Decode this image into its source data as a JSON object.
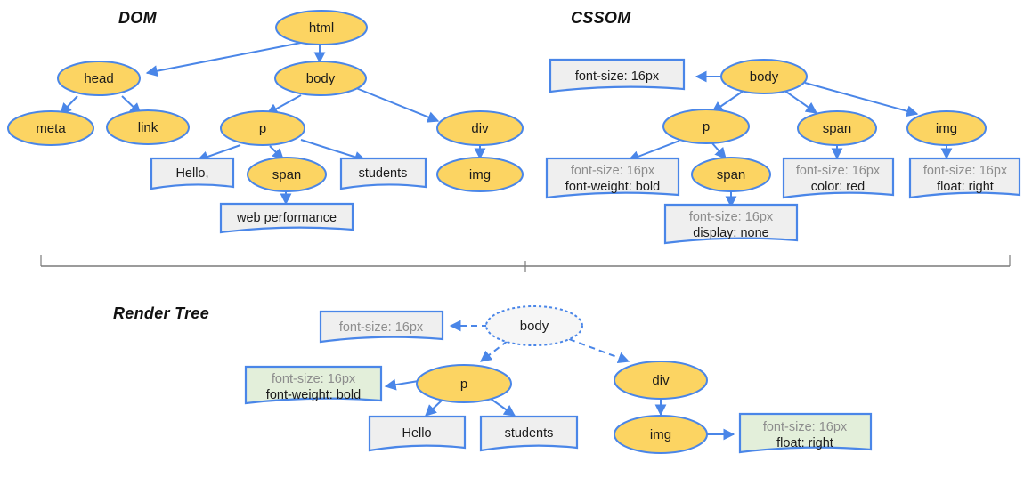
{
  "diagram": {
    "title_dom": "DOM",
    "title_cssom": "CSSOM",
    "title_render": "Render Tree",
    "colors": {
      "node_fill": "#FCD462",
      "node_stroke": "#4A86E8",
      "box_gray": "#EFEFEF",
      "box_green": "#E3EFDA",
      "edge": "#4A86E8",
      "muted_text": "#8d8d8d",
      "text": "#1b1b1b"
    }
  },
  "dom": {
    "nodes": [
      {
        "id": "html",
        "label": "html",
        "type": "element"
      },
      {
        "id": "head",
        "label": "head",
        "type": "element"
      },
      {
        "id": "body",
        "label": "body",
        "type": "element"
      },
      {
        "id": "meta",
        "label": "meta",
        "type": "element"
      },
      {
        "id": "link",
        "label": "link",
        "type": "element"
      },
      {
        "id": "p",
        "label": "p",
        "type": "element"
      },
      {
        "id": "div",
        "label": "div",
        "type": "element"
      },
      {
        "id": "span",
        "label": "span",
        "type": "element"
      },
      {
        "id": "img",
        "label": "img",
        "type": "element"
      }
    ],
    "text_nodes": [
      {
        "id": "t_hello",
        "label": "Hello,"
      },
      {
        "id": "t_students",
        "label": "students"
      },
      {
        "id": "t_webperf",
        "label": "web performance"
      }
    ],
    "edges": [
      [
        "html",
        "head"
      ],
      [
        "html",
        "body"
      ],
      [
        "head",
        "meta"
      ],
      [
        "head",
        "link"
      ],
      [
        "body",
        "p"
      ],
      [
        "body",
        "div"
      ],
      [
        "p",
        "t_hello"
      ],
      [
        "p",
        "span"
      ],
      [
        "p",
        "t_students"
      ],
      [
        "span",
        "t_webperf"
      ],
      [
        "div",
        "img"
      ]
    ]
  },
  "cssom": {
    "nodes": [
      {
        "id": "body",
        "label": "body"
      },
      {
        "id": "p",
        "label": "p"
      },
      {
        "id": "span1",
        "label": "span"
      },
      {
        "id": "span2",
        "label": "span"
      },
      {
        "id": "img",
        "label": "img"
      }
    ],
    "rule_boxes": [
      {
        "id": "r_body",
        "lines": [
          "font-size: 16px"
        ],
        "muted": [
          false
        ]
      },
      {
        "id": "r_p",
        "lines": [
          "font-size: 16px",
          "font-weight: bold"
        ],
        "muted": [
          true,
          false
        ]
      },
      {
        "id": "r_span2",
        "lines": [
          "font-size: 16px",
          "display: none"
        ],
        "muted": [
          true,
          false
        ]
      },
      {
        "id": "r_span1",
        "lines": [
          "font-size: 16px",
          "color: red"
        ],
        "muted": [
          true,
          false
        ]
      },
      {
        "id": "r_img",
        "lines": [
          "font-size: 16px",
          "float: right"
        ],
        "muted": [
          true,
          false
        ]
      }
    ],
    "edges": [
      [
        "body",
        "r_body"
      ],
      [
        "body",
        "p"
      ],
      [
        "body",
        "span1"
      ],
      [
        "body",
        "img"
      ],
      [
        "p",
        "r_p"
      ],
      [
        "p",
        "span2"
      ],
      [
        "span2",
        "r_span2"
      ],
      [
        "span1",
        "r_span1"
      ],
      [
        "img",
        "r_img"
      ]
    ]
  },
  "render_tree": {
    "nodes": [
      {
        "id": "body",
        "label": "body",
        "style": "dashed-white"
      },
      {
        "id": "p",
        "label": "p",
        "style": "gold"
      },
      {
        "id": "div",
        "label": "div",
        "style": "gold"
      },
      {
        "id": "img",
        "label": "img",
        "style": "gold"
      }
    ],
    "text_nodes": [
      {
        "id": "t_hello",
        "label": "Hello"
      },
      {
        "id": "t_students",
        "label": "students"
      }
    ],
    "rule_boxes": [
      {
        "id": "r_body",
        "lines": [
          "font-size: 16px"
        ],
        "muted": [
          true
        ],
        "fill": "gray"
      },
      {
        "id": "r_p",
        "lines": [
          "font-size: 16px",
          "font-weight: bold"
        ],
        "muted": [
          true,
          false
        ],
        "fill": "green"
      },
      {
        "id": "r_img",
        "lines": [
          "font-size: 16px",
          "float: right"
        ],
        "muted": [
          true,
          false
        ],
        "fill": "green"
      }
    ],
    "edges": [
      [
        "body",
        "r_body",
        "dashed"
      ],
      [
        "body",
        "p",
        "dashed"
      ],
      [
        "body",
        "div",
        "dashed"
      ],
      [
        "p",
        "r_p",
        "solid"
      ],
      [
        "p",
        "t_hello",
        "solid"
      ],
      [
        "p",
        "t_students",
        "solid"
      ],
      [
        "div",
        "img",
        "solid"
      ],
      [
        "img",
        "r_img",
        "solid"
      ]
    ]
  }
}
